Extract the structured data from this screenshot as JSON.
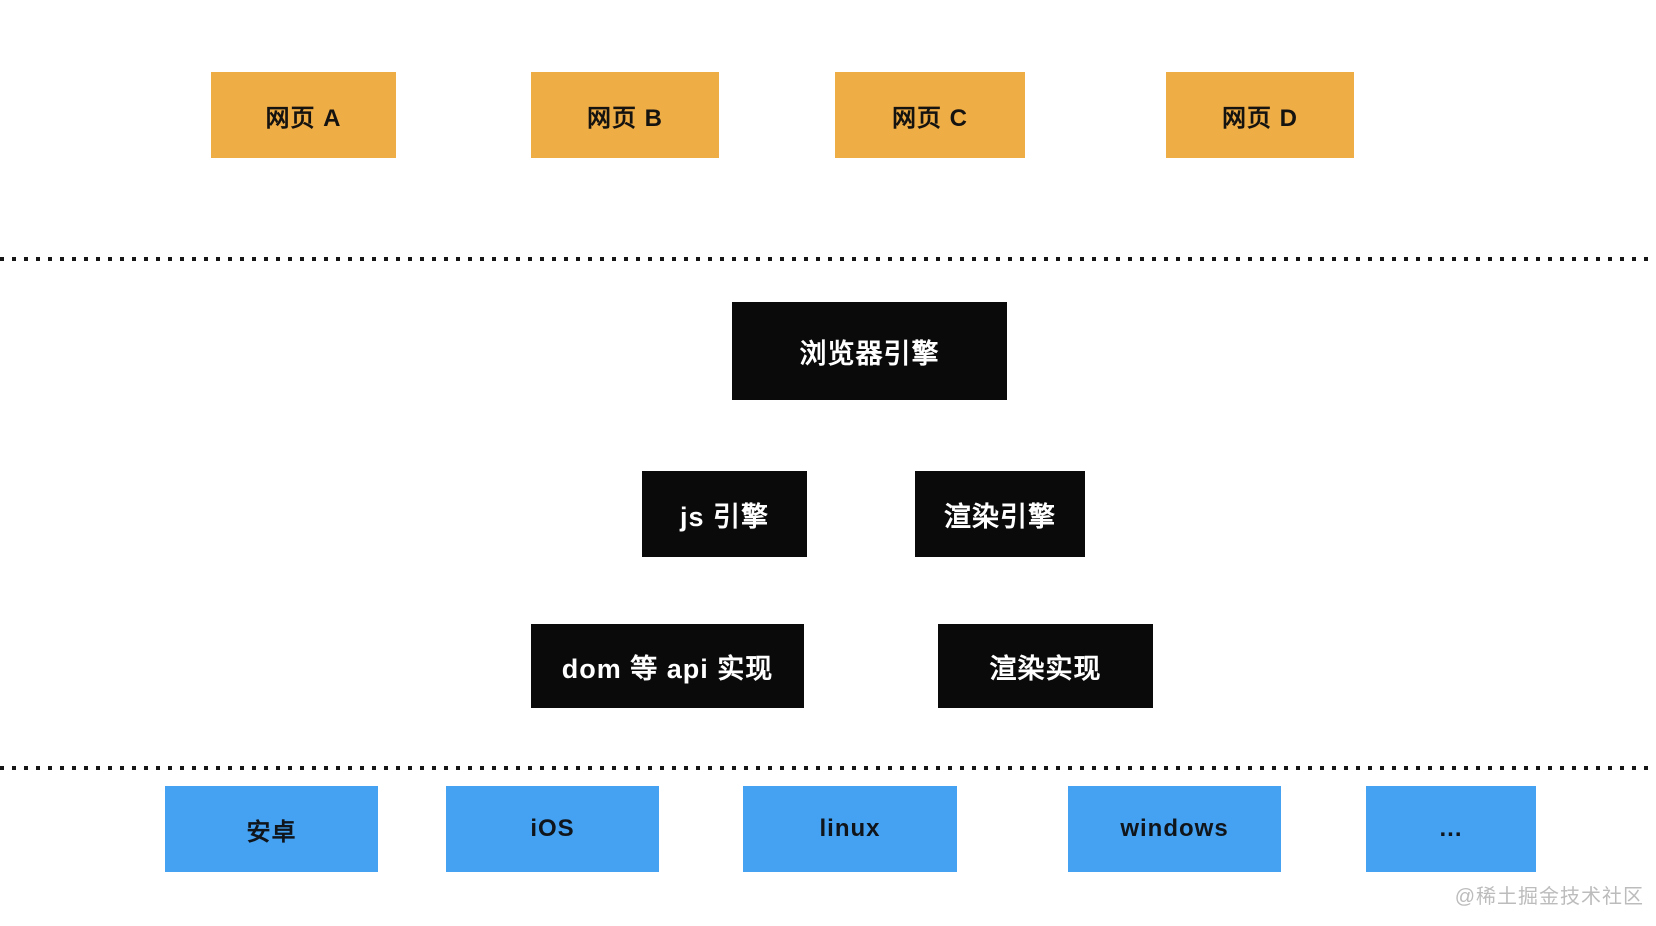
{
  "colors": {
    "background": "#ffffff",
    "webpage_box": "#efad46",
    "engine_box": "#0a0a0a",
    "os_box": "#45a1f1",
    "box_text_dark": "#151310",
    "box_text_light": "#ffffff",
    "divider_dot": "#161616",
    "watermark_text": "#bcbcbc"
  },
  "webpage_layer": {
    "items": [
      {
        "label": "网页 A"
      },
      {
        "label": "网页 B"
      },
      {
        "label": "网页 C"
      },
      {
        "label": "网页 D"
      }
    ]
  },
  "engine_layer": {
    "browser_engine_label": "浏览器引擎",
    "js_engine_label": "js 引擎",
    "render_engine_label": "渲染引擎",
    "dom_api_label": "dom 等 api 实现",
    "render_impl_label": "渲染实现"
  },
  "os_layer": {
    "items": [
      {
        "label": "安卓"
      },
      {
        "label": "iOS"
      },
      {
        "label": "linux"
      },
      {
        "label": "windows"
      },
      {
        "label": "..."
      }
    ]
  },
  "watermark": {
    "label": "@稀土掘金技术社区"
  }
}
